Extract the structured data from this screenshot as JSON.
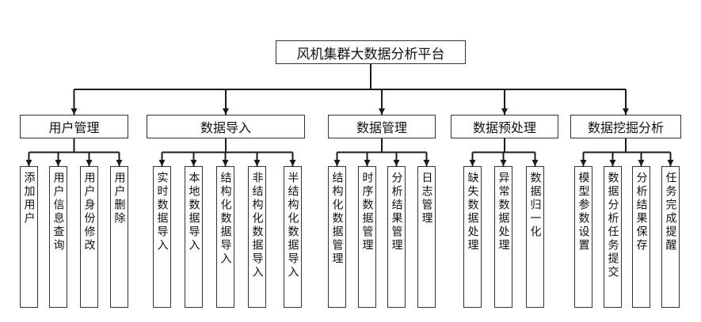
{
  "root": {
    "label": "风机集群大数据分析平台"
  },
  "categories": [
    {
      "label": "用户管理",
      "children": [
        "添加用户",
        "用户信息查询",
        "用户身份修改",
        "用户删除"
      ]
    },
    {
      "label": "数据导入",
      "children": [
        "实时数据导入",
        "本地数据导入",
        "结构化数据导入",
        "非结构化数据导入",
        "半结构化数据导入"
      ]
    },
    {
      "label": "数据管理",
      "children": [
        "结构化数据管理",
        "时序数据管理",
        "分析结果管理",
        "日志管理"
      ]
    },
    {
      "label": "数据预处理",
      "children": [
        "缺失数据处理",
        "异常数据处理",
        "数据归一化"
      ]
    },
    {
      "label": "数据挖掘分析",
      "children": [
        "模型参数设置",
        "数据分析任务提交",
        "分析结果保存",
        "任务完成提醒"
      ]
    }
  ],
  "colors": {
    "line": "#1a1a1a",
    "border": "#333333"
  }
}
